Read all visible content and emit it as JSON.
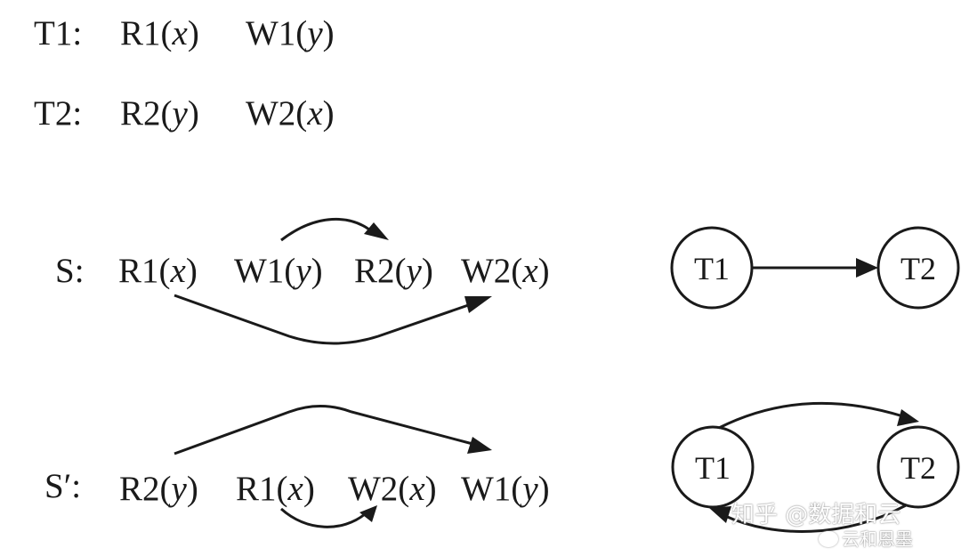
{
  "transactions": [
    {
      "label": "T1:",
      "ops": [
        {
          "op": "R1(",
          "var": "x",
          "close": ")"
        },
        {
          "op": "W1(",
          "var": "y",
          "close": ")"
        }
      ]
    },
    {
      "label": "T2:",
      "ops": [
        {
          "op": "R2(",
          "var": "y",
          "close": ")"
        },
        {
          "op": "W2(",
          "var": "x",
          "close": ")"
        }
      ]
    }
  ],
  "schedules": [
    {
      "label": "S:",
      "ops": [
        {
          "op": "R1(",
          "var": "x",
          "close": ")"
        },
        {
          "op": "W1(",
          "var": "y",
          "close": ")"
        },
        {
          "op": "R2(",
          "var": "y",
          "close": ")"
        },
        {
          "op": "W2(",
          "var": "x",
          "close": ")"
        }
      ],
      "graph": {
        "nodes": [
          "T1",
          "T2"
        ]
      }
    },
    {
      "label": "S′:",
      "ops": [
        {
          "op": "R2(",
          "var": "y",
          "close": ")"
        },
        {
          "op": "R1(",
          "var": "x",
          "close": ")"
        },
        {
          "op": "W2(",
          "var": "x",
          "close": ")"
        },
        {
          "op": "W1(",
          "var": "y",
          "close": ")"
        }
      ],
      "graph": {
        "nodes": [
          "T1",
          "T2"
        ]
      }
    }
  ],
  "watermark": {
    "line1": "知乎 @数据和云",
    "line2": "云和恩墨"
  }
}
